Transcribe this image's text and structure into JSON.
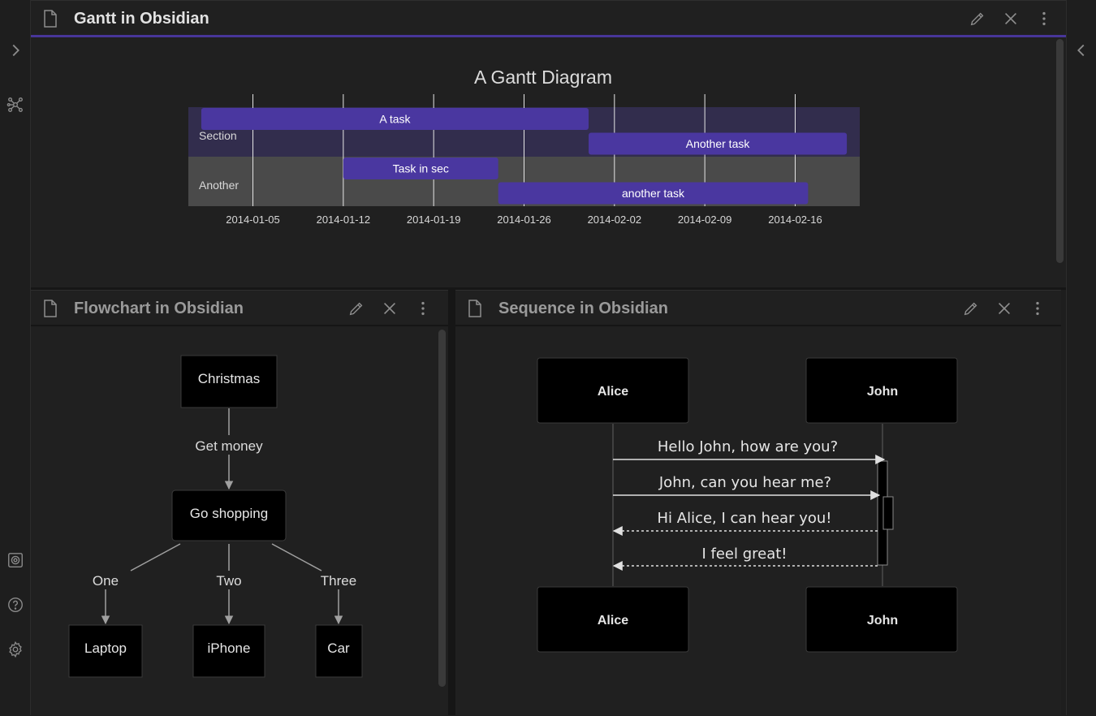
{
  "colors": {
    "accent": "#483699",
    "bar": "#4a37a0",
    "section_band": "#322d4d",
    "another_band": "#4a4a4a",
    "node_fill": "#000000"
  },
  "ribbon": {
    "left_icons": [
      "chevron-right-icon",
      "graph-view-icon",
      "vault-icon",
      "help-icon",
      "settings-icon"
    ],
    "right_icons": [
      "chevron-left-icon"
    ]
  },
  "gantt_pane": {
    "title": "Gantt in Obsidian",
    "icons": [
      "file-icon",
      "edit-icon",
      "close-icon",
      "more-options-icon"
    ]
  },
  "flow_pane": {
    "title": "Flowchart in Obsidian",
    "icons": [
      "file-icon",
      "edit-icon",
      "close-icon",
      "more-options-icon"
    ]
  },
  "seq_pane": {
    "title": "Sequence in Obsidian",
    "icons": [
      "file-icon",
      "edit-icon",
      "close-icon",
      "more-options-icon"
    ]
  },
  "chart_data": {
    "type": "gantt",
    "title": "A Gantt Diagram",
    "sections": [
      {
        "name": "Section",
        "tasks": [
          {
            "label": "A task",
            "start": "2014-01-01",
            "end": "2014-01-31"
          },
          {
            "label": "Another task",
            "start": "2014-01-31",
            "end": "2014-02-20"
          }
        ]
      },
      {
        "name": "Another",
        "tasks": [
          {
            "label": "Task in sec",
            "start": "2014-01-12",
            "end": "2014-01-24"
          },
          {
            "label": "another task",
            "start": "2014-01-24",
            "end": "2014-02-17"
          }
        ]
      }
    ],
    "x_ticks": [
      "2014-01-05",
      "2014-01-12",
      "2014-01-19",
      "2014-01-26",
      "2014-02-02",
      "2014-02-09",
      "2014-02-16"
    ],
    "x_range": [
      "2013-12-31",
      "2014-02-21"
    ],
    "grid": true
  },
  "flowchart": {
    "nodes": {
      "christmas": "Christmas",
      "shopping": "Go shopping",
      "laptop": "Laptop",
      "iphone": "iPhone",
      "car": "Car"
    },
    "edges": {
      "get_money": "Get money",
      "one": "One",
      "two": "Two",
      "three": "Three"
    }
  },
  "sequence": {
    "actors": [
      "Alice",
      "John"
    ],
    "messages": [
      {
        "text": "Hello John, how are you?",
        "from": "Alice",
        "to": "John",
        "style": "solid"
      },
      {
        "text": "John, can you hear me?",
        "from": "Alice",
        "to": "John",
        "style": "solid"
      },
      {
        "text": "Hi Alice, I can hear you!",
        "from": "John",
        "to": "Alice",
        "style": "dashed"
      },
      {
        "text": "I feel great!",
        "from": "John",
        "to": "Alice",
        "style": "dashed"
      }
    ]
  }
}
